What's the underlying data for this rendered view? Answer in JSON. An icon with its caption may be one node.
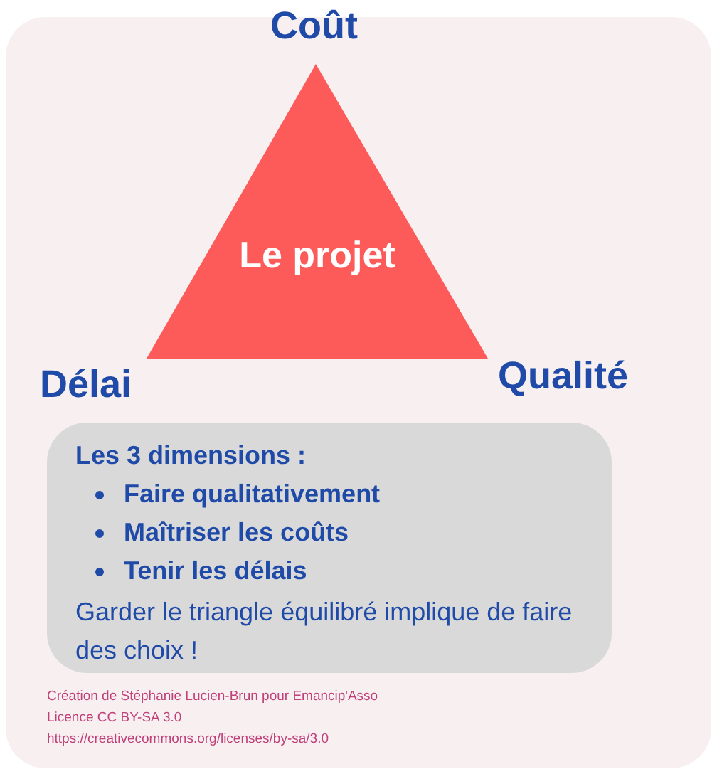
{
  "diagram": {
    "nodes": [
      {
        "text": [
          "Le projet"
        ]
      },
      {
        "text": [
          "Les 3 dimensions :",
          "Faire qualitativement",
          "Maîtriser les coûts",
          "Tenir les délais",
          "Garder le triangle équilibré implique de faire des choix !"
        ]
      }
    ],
    "labels": [
      "Coût",
      "Délai",
      "Qualité",
      "Création de Stéphanie Lucien-Brun pour Emancip'Asso",
      "Licence CC BY-SA 3.0",
      "https://creativecommons.org/licenses/by-sa/3.0"
    ]
  }
}
